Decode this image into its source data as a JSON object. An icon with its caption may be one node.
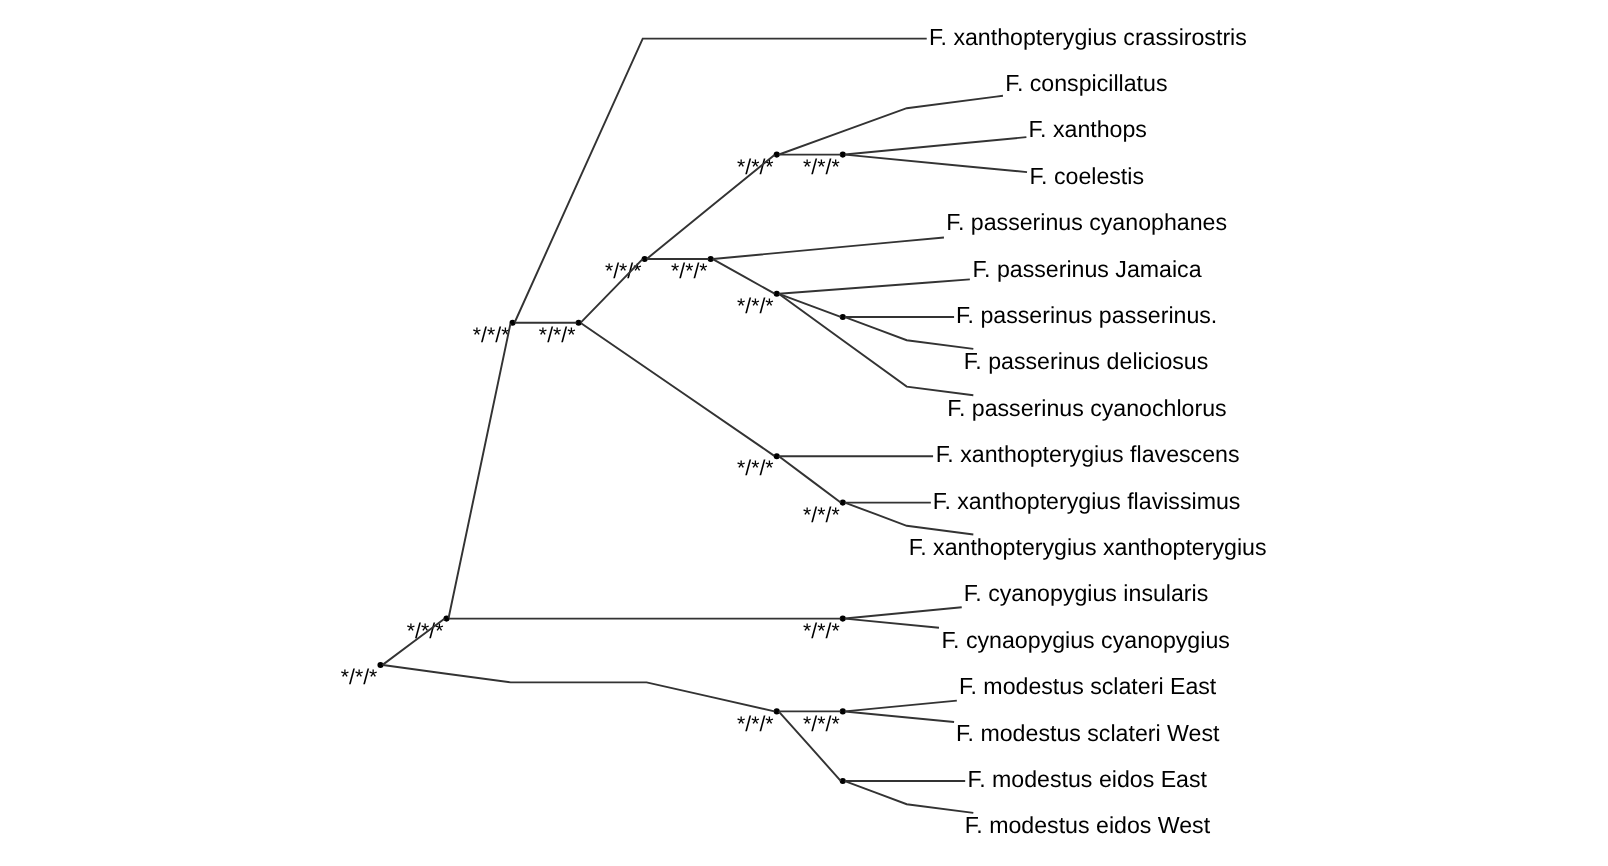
{
  "diagram": {
    "nodes": [
      {
        "text": [],
        "shape": "point",
        "beside": [
          "*/*/*"
        ]
      },
      {
        "text": [],
        "shape": "point",
        "beside": [
          "*/*/*"
        ]
      },
      {
        "text": [],
        "shape": "point",
        "beside": [
          "*/*/*"
        ]
      },
      {
        "text": [
          "F. xanthopterygius crassirostris"
        ]
      },
      {
        "text": [],
        "shape": "point",
        "beside": [
          "*/*/*"
        ]
      },
      {
        "text": [],
        "shape": "point",
        "beside": [
          "*/*/*"
        ]
      },
      {
        "text": [],
        "shape": "point",
        "beside": [
          "*/*/*"
        ]
      },
      {
        "text": [
          "F. conspicillatus"
        ]
      },
      {
        "text": [],
        "shape": "point",
        "beside": [
          "*/*/*"
        ]
      },
      {
        "text": [
          "F. xanthops"
        ]
      },
      {
        "text": [
          "F. coelestis"
        ]
      },
      {
        "text": [],
        "shape": "point",
        "beside": [
          "*/*/*"
        ]
      },
      {
        "text": [
          "F. passerinus cyanophanes"
        ]
      },
      {
        "text": [],
        "shape": "point",
        "beside": [
          "*/*/*"
        ]
      },
      {
        "text": [
          "F. passerinus Jamaica"
        ]
      },
      {
        "text": [],
        "shape": "point"
      },
      {
        "text": [
          "F. passerinus passerinus."
        ]
      },
      {
        "text": [
          "F. passerinus deliciosus"
        ]
      },
      {
        "text": [
          "F. passerinus cyanochlorus"
        ]
      },
      {
        "text": [],
        "shape": "point",
        "beside": [
          "*/*/*"
        ]
      },
      {
        "text": [
          "F. xanthopterygius flavescens"
        ]
      },
      {
        "text": [],
        "shape": "point",
        "beside": [
          "*/*/*"
        ]
      },
      {
        "text": [
          "F. xanthopterygius flavissimus"
        ]
      },
      {
        "text": [
          "F. xanthopterygius xanthopterygius"
        ]
      },
      {
        "text": [],
        "shape": "point",
        "beside": [
          "*/*/*"
        ]
      },
      {
        "text": [
          "F. cyanopygius insularis"
        ]
      },
      {
        "text": [
          "F. cynaopygius cyanopygius"
        ]
      },
      {
        "text": [],
        "shape": "point",
        "beside": [
          "*/*/*"
        ]
      },
      {
        "text": [],
        "shape": "point",
        "beside": [
          "*/*/*"
        ]
      },
      {
        "text": [
          "F. modestus sclateri East"
        ]
      },
      {
        "text": [
          "F. modestus sclateri West"
        ]
      },
      {
        "text": [],
        "shape": "point"
      },
      {
        "text": [
          "F. modestus eidos East"
        ]
      },
      {
        "text": [
          "F. modestus eidos West"
        ]
      }
    ],
    "edges": [
      {
        "from": 0,
        "to": 1,
        "arrow": "none"
      },
      {
        "from": 0,
        "to": 27,
        "arrow": "none"
      },
      {
        "from": 1,
        "to": 2,
        "arrow": "none"
      },
      {
        "from": 1,
        "to": 24,
        "arrow": "none"
      },
      {
        "from": 2,
        "to": 3,
        "arrow": "none"
      },
      {
        "from": 2,
        "to": 4,
        "arrow": "none"
      },
      {
        "from": 4,
        "to": 5,
        "arrow": "none"
      },
      {
        "from": 4,
        "to": 19,
        "arrow": "none"
      },
      {
        "from": 5,
        "to": 6,
        "arrow": "none"
      },
      {
        "from": 5,
        "to": 11,
        "arrow": "none"
      },
      {
        "from": 6,
        "to": 7,
        "arrow": "none"
      },
      {
        "from": 6,
        "to": 8,
        "arrow": "none"
      },
      {
        "from": 8,
        "to": 9,
        "arrow": "none"
      },
      {
        "from": 8,
        "to": 10,
        "arrow": "none"
      },
      {
        "from": 11,
        "to": 12,
        "arrow": "none"
      },
      {
        "from": 11,
        "to": 13,
        "arrow": "none"
      },
      {
        "from": 13,
        "to": 14,
        "arrow": "none"
      },
      {
        "from": 13,
        "to": 15,
        "arrow": "none"
      },
      {
        "from": 15,
        "to": 16,
        "arrow": "none"
      },
      {
        "from": 15,
        "to": 17,
        "arrow": "none"
      },
      {
        "from": 13,
        "to": 18,
        "arrow": "none"
      },
      {
        "from": 19,
        "to": 20,
        "arrow": "none"
      },
      {
        "from": 19,
        "to": 21,
        "arrow": "none"
      },
      {
        "from": 21,
        "to": 22,
        "arrow": "none"
      },
      {
        "from": 21,
        "to": 23,
        "arrow": "none"
      },
      {
        "from": 24,
        "to": 25,
        "arrow": "none"
      },
      {
        "from": 24,
        "to": 26,
        "arrow": "none"
      },
      {
        "from": 27,
        "to": 28,
        "arrow": "none"
      },
      {
        "from": 27,
        "to": 31,
        "arrow": "none"
      },
      {
        "from": 28,
        "to": 29,
        "arrow": "none"
      },
      {
        "from": 28,
        "to": 30,
        "arrow": "none"
      },
      {
        "from": 31,
        "to": 32,
        "arrow": "none"
      },
      {
        "from": 31,
        "to": 33,
        "arrow": "none"
      }
    ]
  }
}
